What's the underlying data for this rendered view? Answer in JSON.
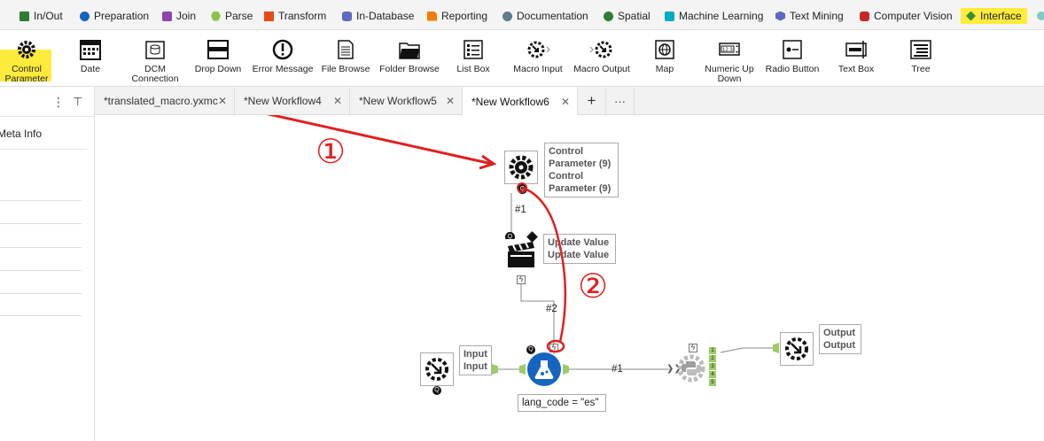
{
  "categories": [
    {
      "label": "In/Out",
      "color": "#2e7d32"
    },
    {
      "label": "Preparation",
      "color": "#1565c0"
    },
    {
      "label": "Join",
      "color": "#8e44ad"
    },
    {
      "label": "Parse",
      "color": "#8bc34a"
    },
    {
      "label": "Transform",
      "color": "#e64a19"
    },
    {
      "label": "In-Database",
      "color": "#5c6bc0"
    },
    {
      "label": "Reporting",
      "color": "#f57c00"
    },
    {
      "label": "Documentation",
      "color": "#607d8b"
    },
    {
      "label": "Spatial",
      "color": "#2e7d32"
    },
    {
      "label": "Machine Learning",
      "color": "#00acc1"
    },
    {
      "label": "Text Mining",
      "color": "#5c6bc0"
    },
    {
      "label": "Computer Vision",
      "color": "#c62828"
    },
    {
      "label": "Interface",
      "color": "#388e3c"
    }
  ],
  "tools": [
    {
      "label": "Control\nParameter"
    },
    {
      "label": "Date"
    },
    {
      "label": "DCM\nConnection"
    },
    {
      "label": "Drop Down"
    },
    {
      "label": "Error Message"
    },
    {
      "label": "File Browse"
    },
    {
      "label": "Folder Browse"
    },
    {
      "label": "List Box"
    },
    {
      "label": "Macro Input"
    },
    {
      "label": "Macro Output"
    },
    {
      "label": "Map"
    },
    {
      "label": "Numeric Up\nDown"
    },
    {
      "label": "Radio Button"
    },
    {
      "label": "Text Box"
    },
    {
      "label": "Tree"
    }
  ],
  "left_panel": {
    "heading": "Meta Info",
    "menu_glyph": "⋮",
    "pin_glyph": "⊥"
  },
  "workflow_tabs": [
    {
      "label": "*translated_macro.yxmc",
      "close": "✕"
    },
    {
      "label": "*New Workflow4",
      "close": "✕"
    },
    {
      "label": "*New Workflow5",
      "close": "✕"
    },
    {
      "label": "*New Workflow6",
      "close": "✕"
    }
  ],
  "tab_actions": {
    "add": "+",
    "more": "···"
  },
  "canvas": {
    "control_param_label": "Control\nParameter (9)\nControl\nParameter (9)",
    "update_value_label": "Update Value\nUpdate Value",
    "input_label": "Input\nInput",
    "output_label": "Output\nOutput",
    "filter_label": "lang_code = \"es\"",
    "conn_1": "#1",
    "conn_2": "#2",
    "conn_3": "#1",
    "python_ports": [
      "1",
      "2",
      "3",
      "4",
      "5"
    ]
  },
  "annotations": {
    "one": "①",
    "two": "②",
    "color": "#e02020"
  }
}
